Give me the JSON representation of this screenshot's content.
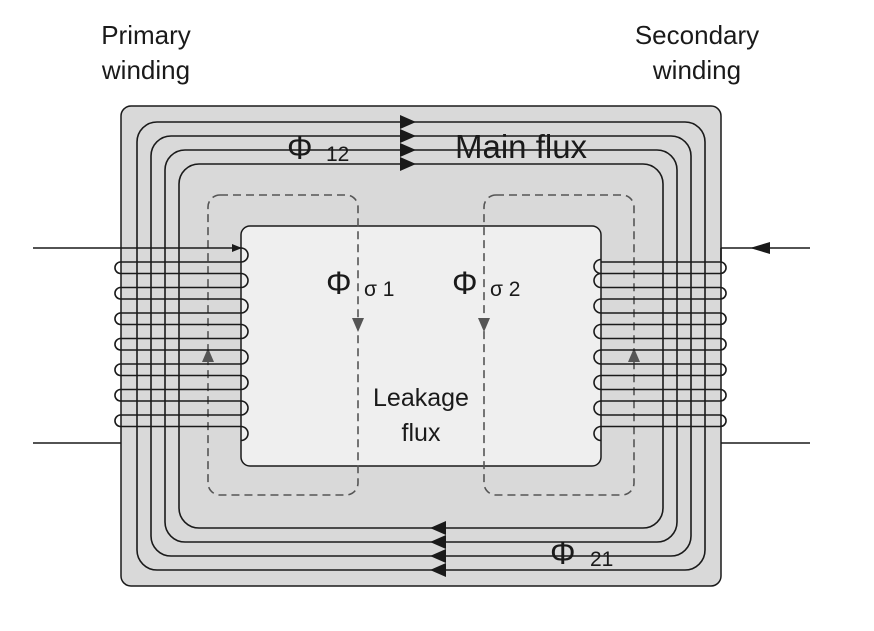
{
  "labels": {
    "primary_winding_line1": "Primary",
    "primary_winding_line2": "winding",
    "secondary_winding_line1": "Secondary",
    "secondary_winding_line2": "winding",
    "main_flux": "Main flux",
    "leakage_flux_line1": "Leakage",
    "leakage_flux_line2": "flux"
  },
  "symbols": {
    "phi": "Φ",
    "phi12_sub": "12",
    "phi21_sub": "21",
    "phi_sigma1_sub": "σ 1",
    "phi_sigma2_sub": "σ 2"
  },
  "colors": {
    "core_fill": "#d9d9d9",
    "window_fill": "#efefef",
    "line": "#1a1a1a",
    "dashed": "#555555"
  }
}
